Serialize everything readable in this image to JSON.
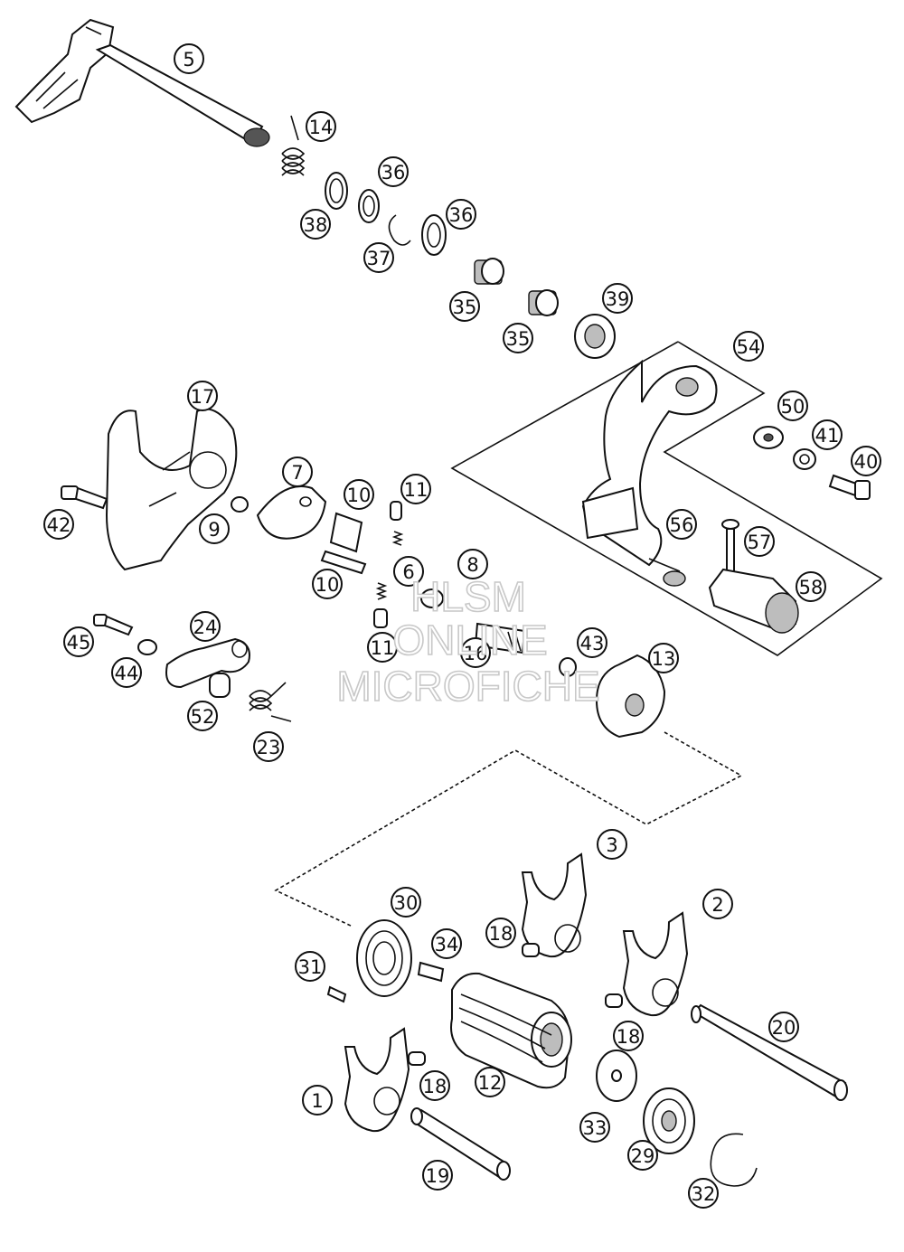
{
  "watermark": {
    "line1": "HLSM",
    "line2": "ONLINE",
    "line3": "MICROFICHE"
  },
  "callouts": [
    {
      "id": "c-5",
      "label": "5"
    },
    {
      "id": "c-14",
      "label": "14"
    },
    {
      "id": "c-36a",
      "label": "36"
    },
    {
      "id": "c-38",
      "label": "38"
    },
    {
      "id": "c-36b",
      "label": "36"
    },
    {
      "id": "c-37",
      "label": "37"
    },
    {
      "id": "c-35a",
      "label": "35"
    },
    {
      "id": "c-35b",
      "label": "35"
    },
    {
      "id": "c-39",
      "label": "39"
    },
    {
      "id": "c-54",
      "label": "54"
    },
    {
      "id": "c-17",
      "label": "17"
    },
    {
      "id": "c-50",
      "label": "50"
    },
    {
      "id": "c-41",
      "label": "41"
    },
    {
      "id": "c-40",
      "label": "40"
    },
    {
      "id": "c-7",
      "label": "7"
    },
    {
      "id": "c-10a",
      "label": "10"
    },
    {
      "id": "c-11a",
      "label": "11"
    },
    {
      "id": "c-42",
      "label": "42"
    },
    {
      "id": "c-9",
      "label": "9"
    },
    {
      "id": "c-56",
      "label": "56"
    },
    {
      "id": "c-57",
      "label": "57"
    },
    {
      "id": "c-10b",
      "label": "10"
    },
    {
      "id": "c-6",
      "label": "6"
    },
    {
      "id": "c-8",
      "label": "8"
    },
    {
      "id": "c-58",
      "label": "58"
    },
    {
      "id": "c-24",
      "label": "24"
    },
    {
      "id": "c-45",
      "label": "45"
    },
    {
      "id": "c-44",
      "label": "44"
    },
    {
      "id": "c-11b",
      "label": "11"
    },
    {
      "id": "c-16",
      "label": "16"
    },
    {
      "id": "c-43",
      "label": "43"
    },
    {
      "id": "c-13",
      "label": "13"
    },
    {
      "id": "c-52",
      "label": "52"
    },
    {
      "id": "c-23",
      "label": "23"
    },
    {
      "id": "c-3",
      "label": "3"
    },
    {
      "id": "c-30",
      "label": "30"
    },
    {
      "id": "c-2",
      "label": "2"
    },
    {
      "id": "c-18a",
      "label": "18"
    },
    {
      "id": "c-34",
      "label": "34"
    },
    {
      "id": "c-31",
      "label": "31"
    },
    {
      "id": "c-20",
      "label": "20"
    },
    {
      "id": "c-18b",
      "label": "18"
    },
    {
      "id": "c-18c",
      "label": "18"
    },
    {
      "id": "c-12",
      "label": "12"
    },
    {
      "id": "c-1",
      "label": "1"
    },
    {
      "id": "c-33",
      "label": "33"
    },
    {
      "id": "c-29",
      "label": "29"
    },
    {
      "id": "c-19",
      "label": "19"
    },
    {
      "id": "c-32",
      "label": "32"
    }
  ]
}
